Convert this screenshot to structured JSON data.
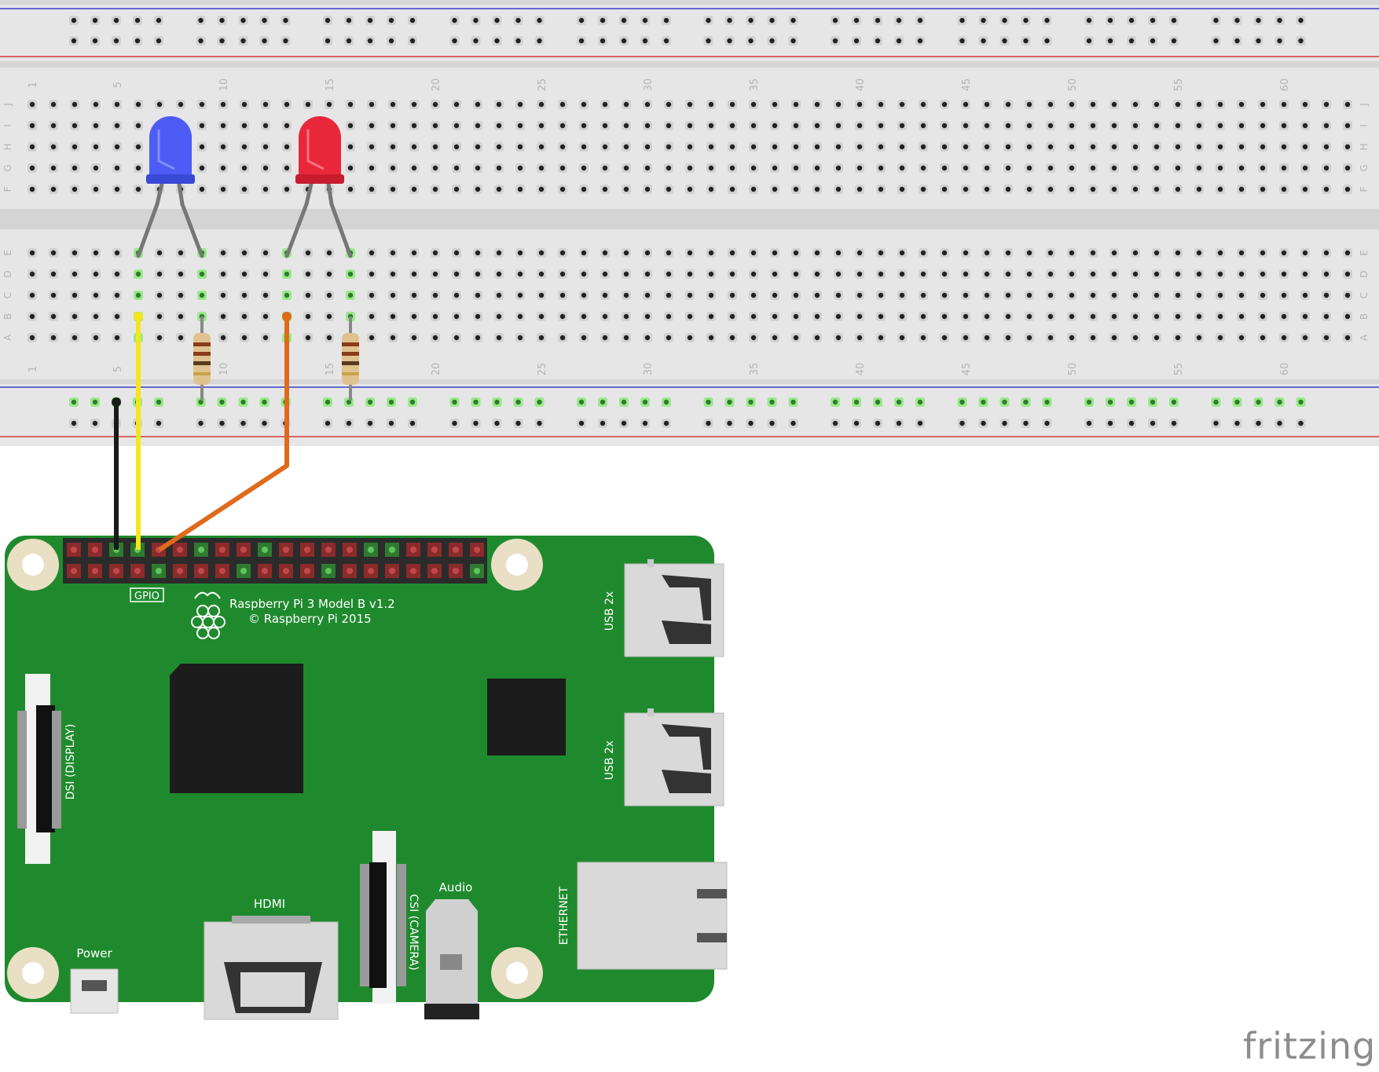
{
  "breadboard": {
    "column_numbers": [
      "1",
      "5",
      "10",
      "15",
      "20",
      "25",
      "30",
      "35",
      "40",
      "45",
      "50",
      "55",
      "60"
    ],
    "row_letters_top": [
      "J",
      "I",
      "H",
      "G",
      "F"
    ],
    "row_letters_bottom": [
      "E",
      "D",
      "C",
      "B",
      "A"
    ]
  },
  "components": {
    "led_blue": "blue LED",
    "led_red": "red LED",
    "resistor_1": "resistor",
    "resistor_2": "resistor",
    "wire_black_color": "#1a1a1a",
    "wire_yellow_color": "#f5e61a",
    "wire_orange_color": "#e06a1a"
  },
  "board": {
    "gpio_label": "GPIO",
    "model_line1": "Raspberry Pi 3 Model B v1.2",
    "model_line2": "© Raspberry Pi 2015",
    "usb_top_label": "USB 2x",
    "usb_bottom_label": "USB 2x",
    "ethernet_label": "ETHERNET",
    "dsi_label": "DSI (DISPLAY)",
    "csi_label": "CSI (CAMERA)",
    "audio_label": "Audio",
    "hdmi_label": "HDMI",
    "power_label": "Power",
    "pcb_color": "#1f8a2d"
  },
  "brand": "fritzing"
}
